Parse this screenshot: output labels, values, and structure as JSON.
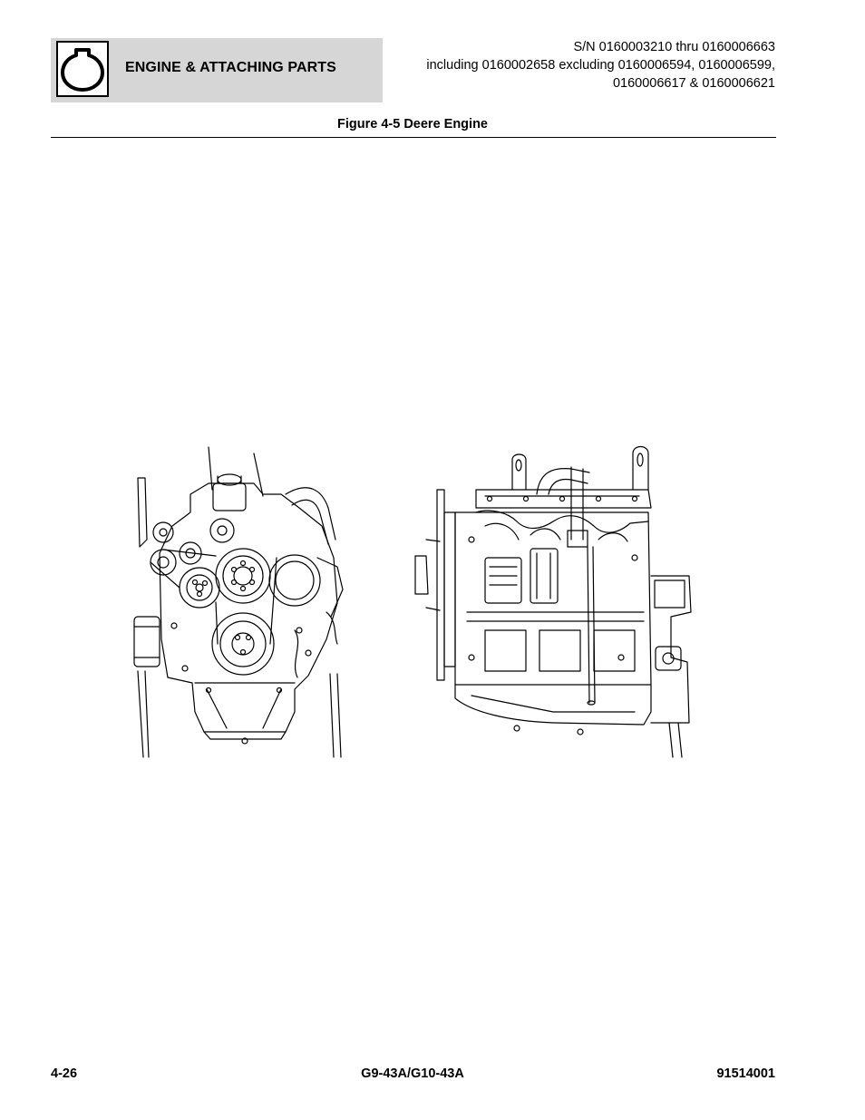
{
  "header": {
    "section_title": "ENGINE & ATTACHING PARTS",
    "section_icon": "engine-outline-icon",
    "serial_lines": [
      "S/N 0160003210 thru 0160006663",
      "including 0160002658 excluding 0160006594, 0160006599,",
      "0160006617 & 0160006621"
    ]
  },
  "figure": {
    "title": "Figure 4-5 Deere Engine",
    "views": [
      "engine-front-view",
      "engine-side-view"
    ]
  },
  "footer": {
    "page_number": "4-26",
    "model": "G9-43A/G10-43A",
    "doc_number": "91514001"
  }
}
